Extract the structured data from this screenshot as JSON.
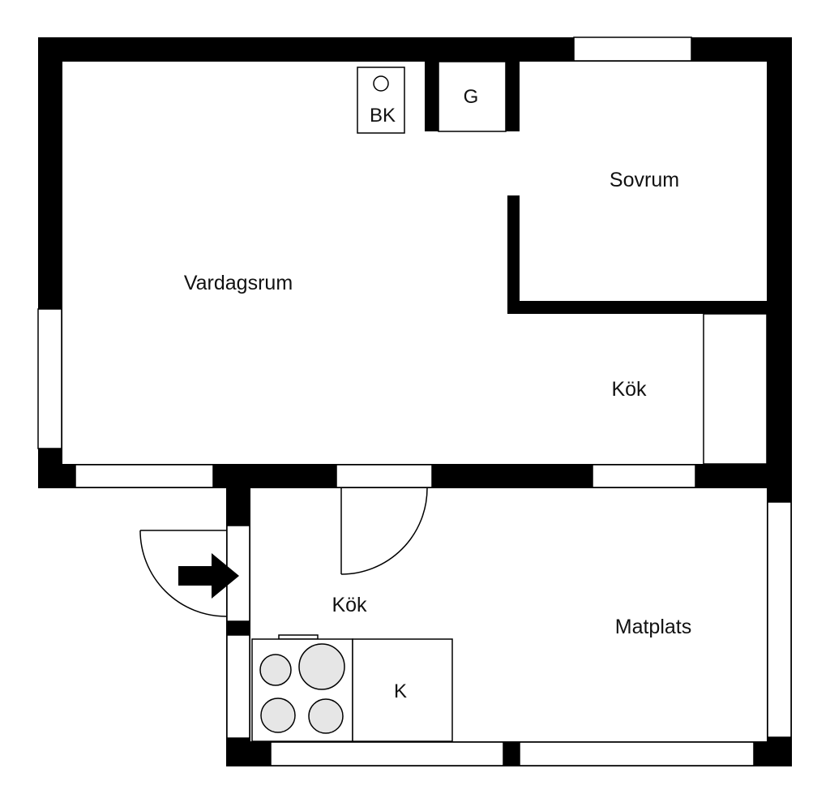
{
  "rooms": {
    "vardagsrum": "Vardagsrum",
    "sovrum": "Sovrum",
    "kok_upper": "Kök",
    "kok_lower": "Kök",
    "matplats": "Matplats"
  },
  "fixtures": {
    "bk": "BK",
    "g": "G",
    "k": "K"
  },
  "colors": {
    "wall": "#000000",
    "background": "#ffffff",
    "stove_plate": "#e6e6e6"
  }
}
